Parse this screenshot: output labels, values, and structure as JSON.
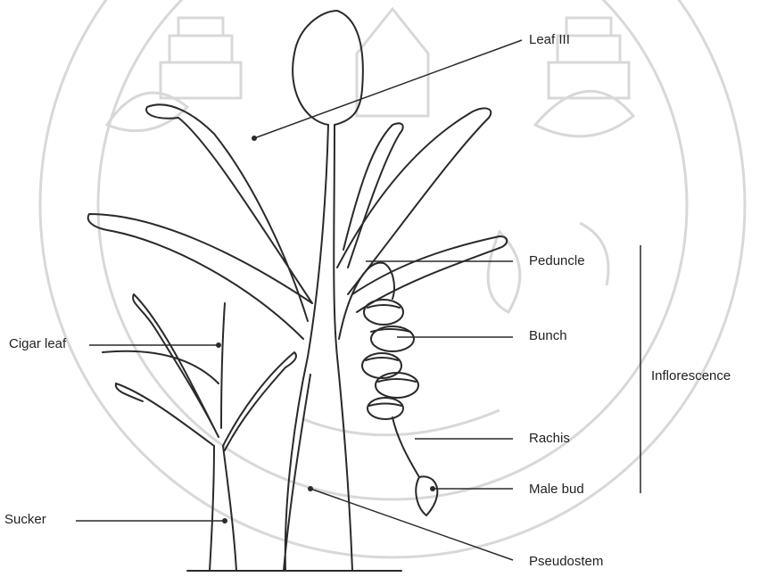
{
  "labels": {
    "leaf_iii": "Leaf III",
    "peduncle": "Peduncle",
    "bunch": "Bunch",
    "inflorescence": "Inflorescence",
    "cigar_leaf": "Cigar leaf",
    "rachis": "Rachis",
    "male_bud": "Male bud",
    "sucker": "Sucker",
    "pseudostem": "Pseudostem"
  },
  "colors": {
    "line": "#2a2a2a",
    "watermark": "#d6d6d6",
    "background": "#ffffff"
  }
}
